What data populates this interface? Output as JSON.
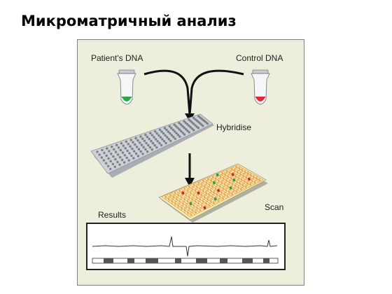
{
  "slide": {
    "title": "Микроматричный анализ"
  },
  "diagram": {
    "patient_label": "Patient's DNA",
    "control_label": "Control DNA",
    "hybridise_label": "Hybridise",
    "scan_label": "Scan",
    "results_label": "Results",
    "colors": {
      "panel_bg": "#eeeedc",
      "panel_border": "#808080",
      "patient_dye": "#2fa84a",
      "control_dye": "#e02a3a",
      "array_slide": "#c9cdd2",
      "array_dot": "#7b8087",
      "scan_slide": "#f7efb0",
      "scan_grid": "#e08a3c",
      "scan_dot_red": "#d2232a",
      "scan_dot_green": "#2e9e4c",
      "arrow": "#111111"
    }
  }
}
